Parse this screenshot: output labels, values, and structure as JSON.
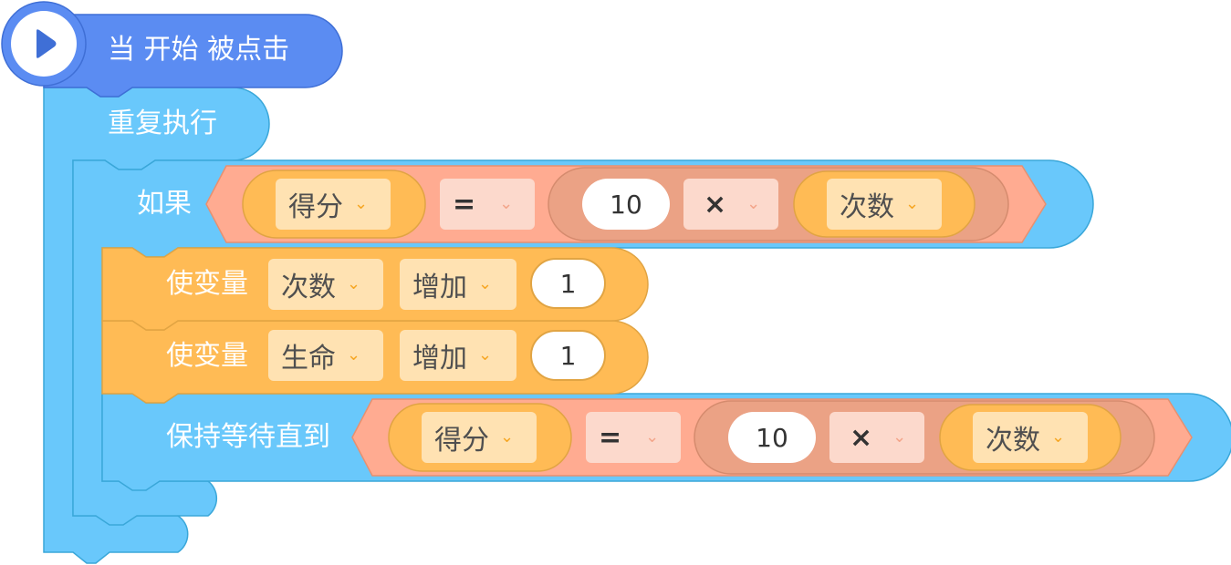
{
  "hat": {
    "label": "当 开始 被点击",
    "icon": "play-icon"
  },
  "forever": {
    "label": "重复执行"
  },
  "if_block": {
    "label": "如果",
    "condition": {
      "left_var": "得分",
      "operator": "=",
      "right_expr": {
        "number": "10",
        "operator": "×",
        "var": "次数"
      }
    }
  },
  "change_blocks": [
    {
      "label": "使变量",
      "variable": "次数",
      "action": "增加",
      "amount": "1"
    },
    {
      "label": "使变量",
      "variable": "生命",
      "action": "增加",
      "amount": "1"
    }
  ],
  "wait_until": {
    "label": "保持等待直到",
    "condition": {
      "left_var": "得分",
      "operator": "=",
      "right_expr": {
        "number": "10",
        "operator": "×",
        "var": "次数"
      }
    }
  },
  "dropdown_arrow": "chevron-down-icon",
  "colors": {
    "hat": "#5b8cf2",
    "control": "#69c8fb",
    "variable": "#ffbb55",
    "operator": "#ffab91",
    "operator_inner": "#eba285"
  }
}
